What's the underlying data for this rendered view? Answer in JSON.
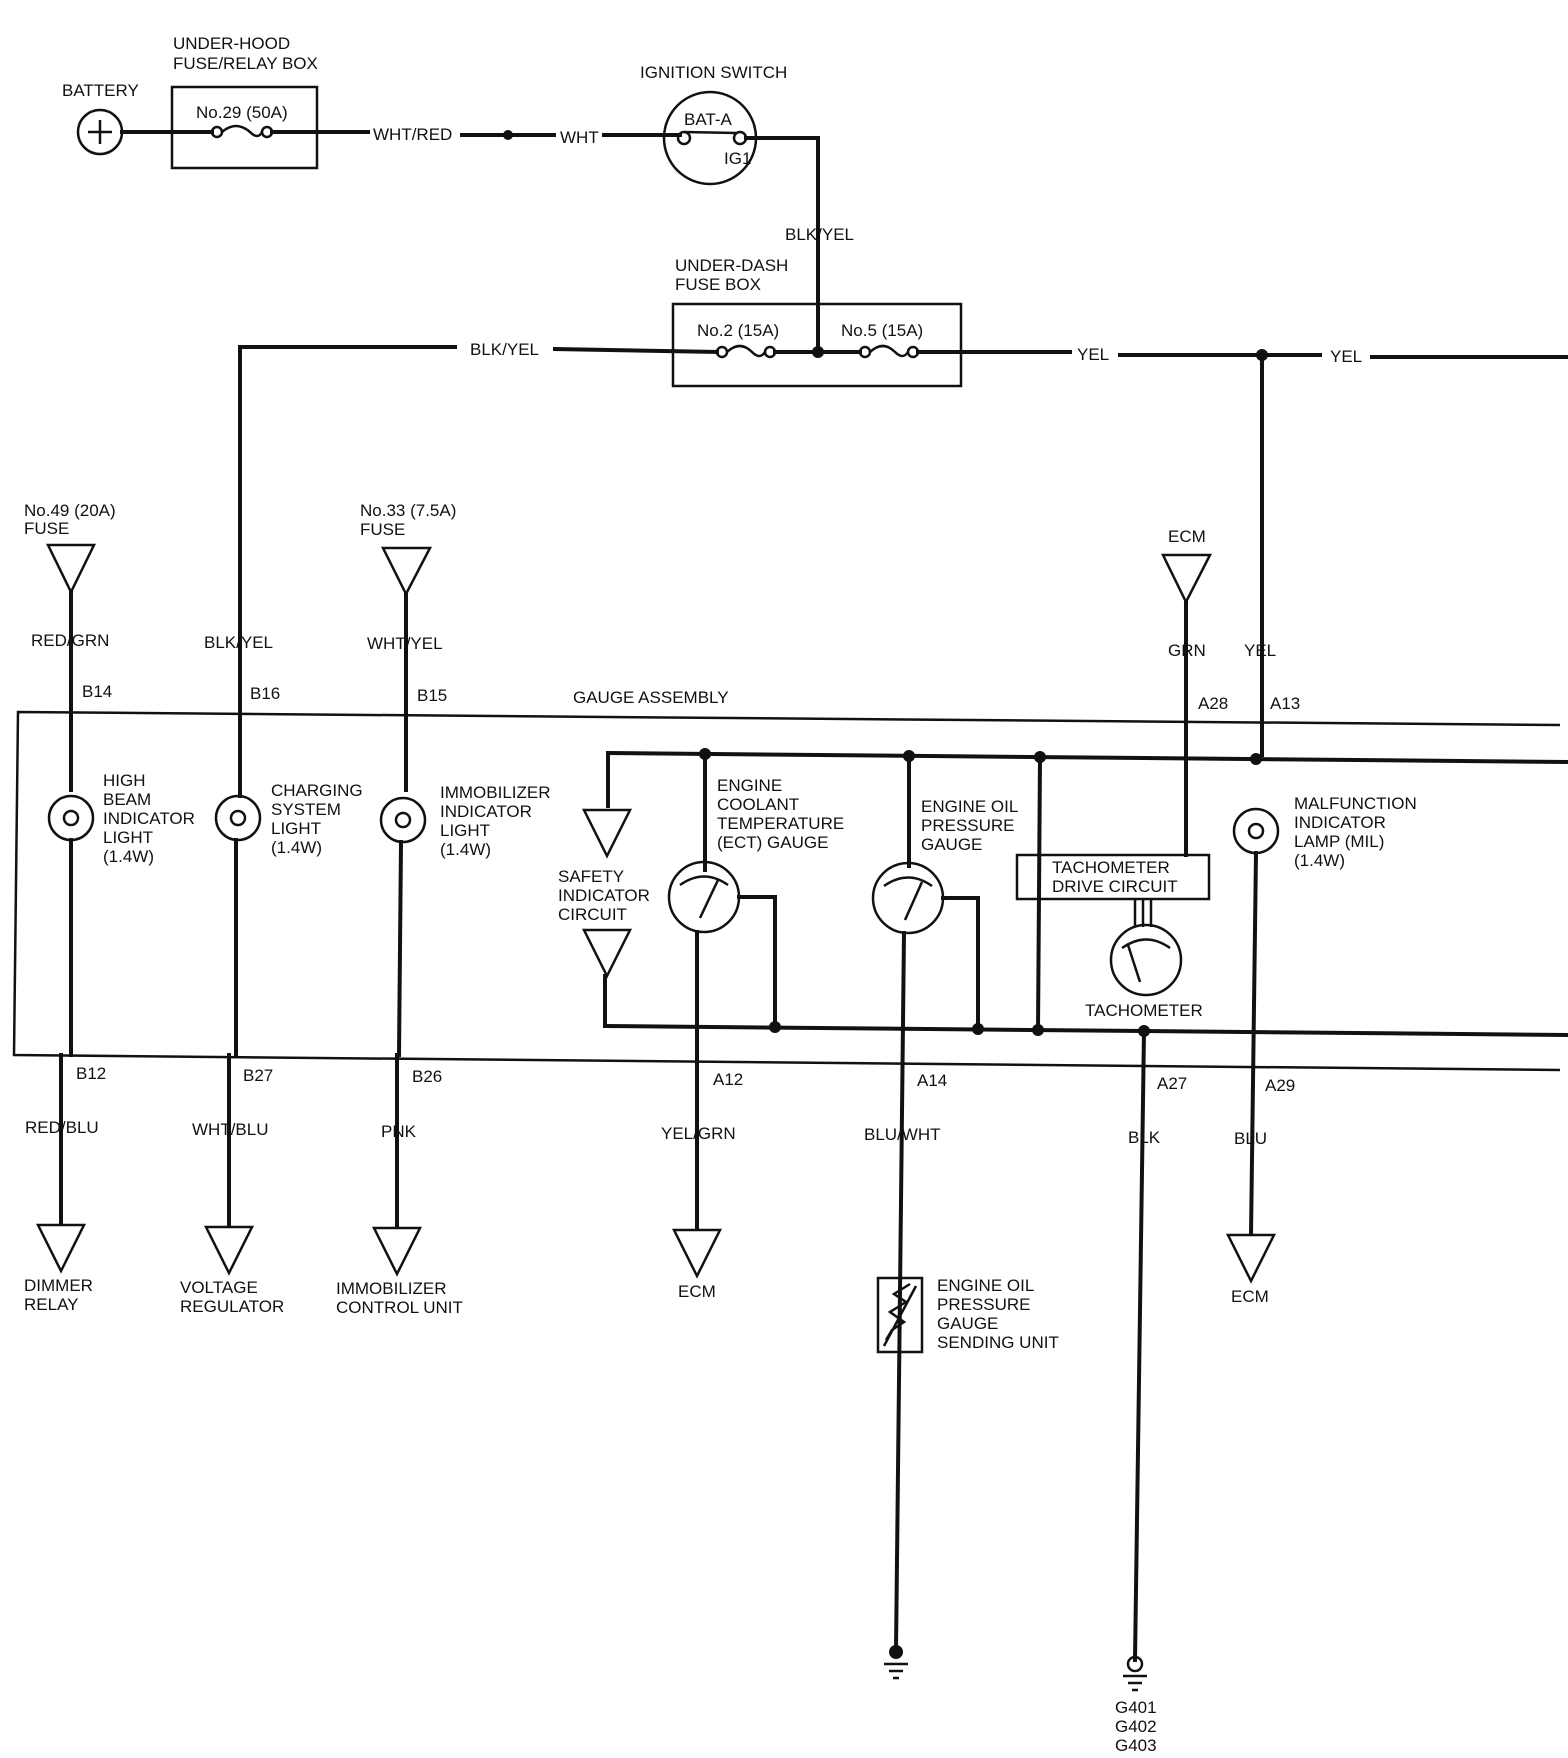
{
  "labels": {
    "battery": "BATTERY",
    "under_hood_box_1": "UNDER-HOOD",
    "under_hood_box_2": "FUSE/RELAY BOX",
    "fuse_29": "No.29 (50A)",
    "wht_red": "WHT/RED",
    "wht": "WHT",
    "ignition_switch": "IGNITION SWITCH",
    "bat_a": "BAT-A",
    "ig1": "IG1",
    "blk_yel_1": "BLK/YEL",
    "under_dash_1": "UNDER-DASH",
    "under_dash_2": "FUSE BOX",
    "fuse_2": "No.2 (15A)",
    "fuse_5": "No.5 (15A)",
    "blk_yel_2": "BLK/YEL",
    "yel_1": "YEL",
    "yel_2": "YEL",
    "fuse_49_1": "No.49 (20A)",
    "fuse_49_2": "FUSE",
    "fuse_33_1": "No.33 (7.5A)",
    "fuse_33_2": "FUSE",
    "ecm_top": "ECM",
    "red_grn": "RED/GRN",
    "blk_yel_3": "BLK/YEL",
    "wht_yel": "WHT/YEL",
    "grn": "GRN",
    "yel_3": "YEL",
    "b14": "B14",
    "b16": "B16",
    "b15": "B15",
    "gauge_assembly": "GAUGE ASSEMBLY",
    "a28": "A28",
    "a13": "A13",
    "hb_1": "HIGH",
    "hb_2": "BEAM",
    "hb_3": "INDICATOR",
    "hb_4": "LIGHT",
    "hb_5": "(1.4W)",
    "cs_1": "CHARGING",
    "cs_2": "SYSTEM",
    "cs_3": "LIGHT",
    "cs_4": "(1.4W)",
    "im_1": "IMMOBILIZER",
    "im_2": "INDICATOR",
    "im_3": "LIGHT",
    "im_4": "(1.4W)",
    "ect_1": "ENGINE",
    "ect_2": "COOLANT",
    "ect_3": "TEMPERATURE",
    "ect_4": "(ECT) GAUGE",
    "eop_1": "ENGINE OIL",
    "eop_2": "PRESSURE",
    "eop_3": "GAUGE",
    "mil_1": "MALFUNCTION",
    "mil_2": "INDICATOR",
    "mil_3": "LAMP (MIL)",
    "mil_4": "(1.4W)",
    "safety_1": "SAFETY",
    "safety_2": "INDICATOR",
    "safety_3": "CIRCUIT",
    "tach_drive_1": "TACHOMETER",
    "tach_drive_2": "DRIVE CIRCUIT",
    "tachometer": "TACHOMETER",
    "b12": "B12",
    "b27": "B27",
    "b26": "B26",
    "a12": "A12",
    "a14": "A14",
    "a27": "A27",
    "a29": "A29",
    "red_blu": "RED/BLU",
    "wht_blu": "WHT/BLU",
    "pnk": "PNK",
    "yel_grn": "YEL/GRN",
    "blu_wht": "BLU/WHT",
    "blk": "BLK",
    "blu": "BLU",
    "dimmer_1": "DIMMER",
    "dimmer_2": "RELAY",
    "volt_1": "VOLTAGE",
    "volt_2": "REGULATOR",
    "immcu_1": "IMMOBILIZER",
    "immcu_2": "CONTROL UNIT",
    "ecm_a12": "ECM",
    "ecm_a29": "ECM",
    "eopsu_1": "ENGINE OIL",
    "eopsu_2": "PRESSURE",
    "eopsu_3": "GAUGE",
    "eopsu_4": "SENDING UNIT",
    "g401": "G401",
    "g402": "G402",
    "g403": "G403"
  }
}
